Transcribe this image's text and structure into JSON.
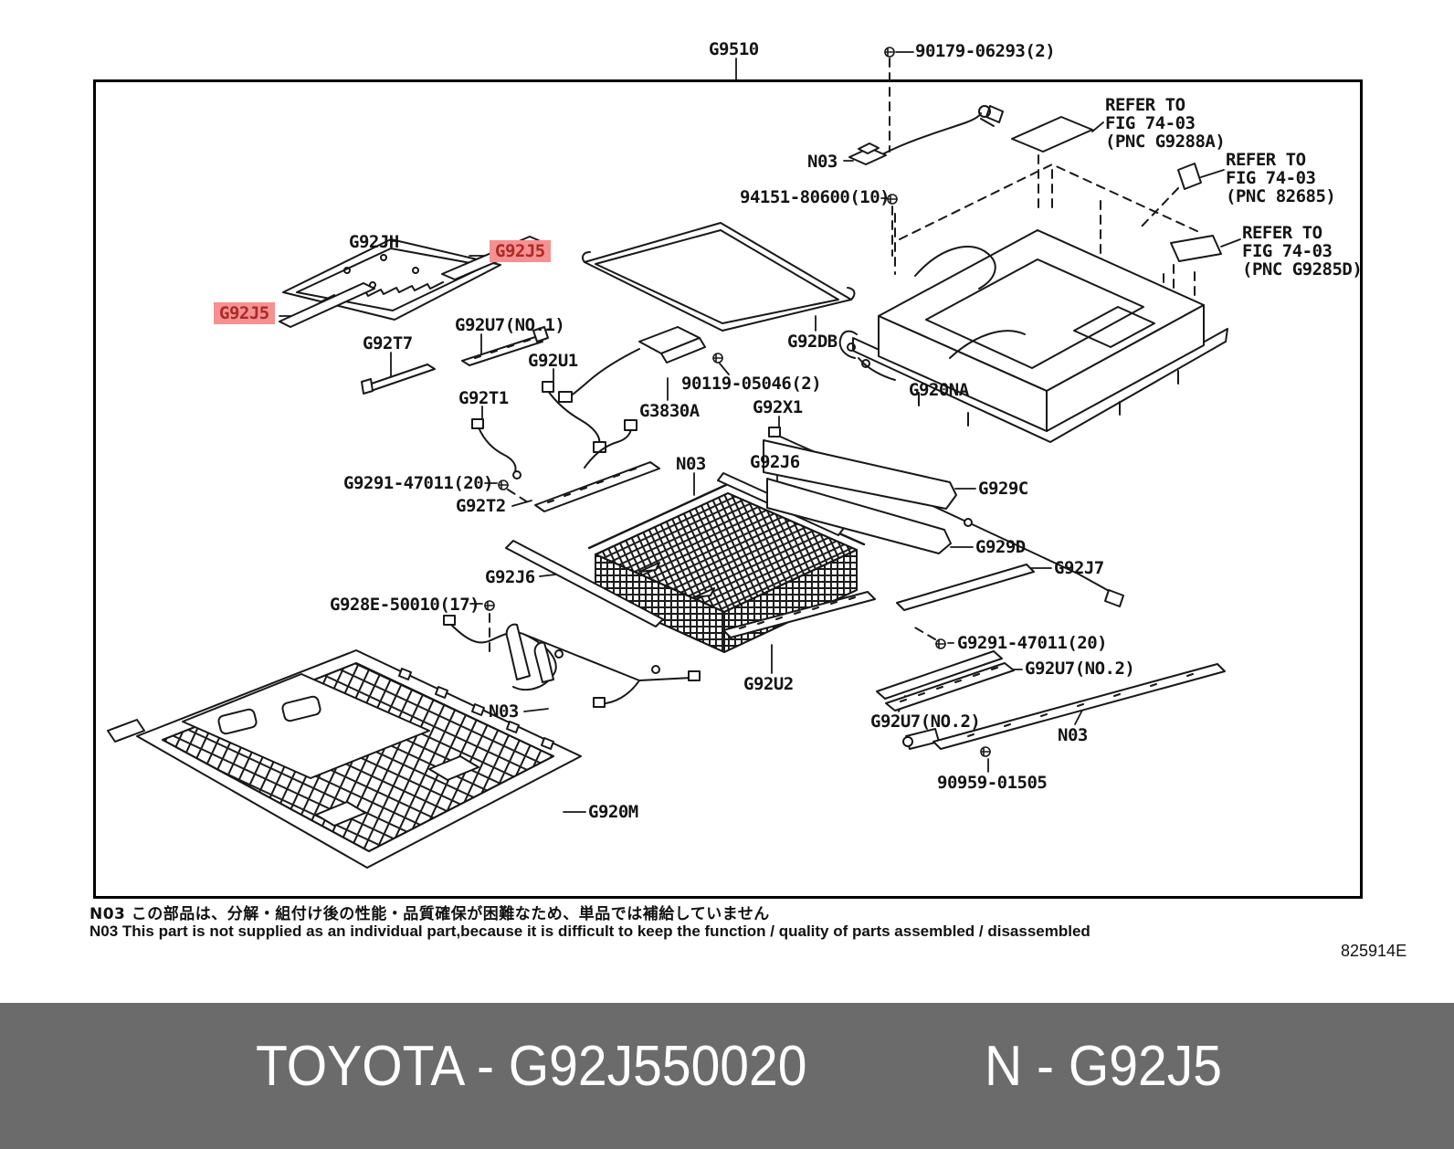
{
  "colors": {
    "highlight_bg": "#f79091",
    "highlight_text": "#a92b27",
    "line": "#181818",
    "footer_bg": "#6b6b6b",
    "footer_text": "#ffffff"
  },
  "labels": [
    {
      "text": "G9510"
    },
    {
      "text": "90179-06293(2)"
    },
    {
      "text": "N03"
    },
    {
      "text": "94151-80600(10)"
    },
    {
      "text": "REFER TO\nFIG 74-03\n(PNC G9288A)"
    },
    {
      "text": "REFER TO\nFIG 74-03\n(PNC 82685)"
    },
    {
      "text": "REFER TO\nFIG 74-03\n(PNC G9285D)"
    },
    {
      "text": "G92JH"
    },
    {
      "text": "G92J5"
    },
    {
      "text": "G92J5"
    },
    {
      "text": "G92T7"
    },
    {
      "text": "G92U7(NO.1)"
    },
    {
      "text": "G92U1"
    },
    {
      "text": "G92T1"
    },
    {
      "text": "G3830A"
    },
    {
      "text": "90119-05046(2)"
    },
    {
      "text": "G92DB"
    },
    {
      "text": "G920NA"
    },
    {
      "text": "G92X1"
    },
    {
      "text": "N03"
    },
    {
      "text": "G92J6"
    },
    {
      "text": "G929C"
    },
    {
      "text": "G929D"
    },
    {
      "text": "G92J7"
    },
    {
      "text": "G9291-47011(20)"
    },
    {
      "text": "G92U7(NO.2)"
    },
    {
      "text": "G92U2"
    },
    {
      "text": "G92U7(NO.2)"
    },
    {
      "text": "N03"
    },
    {
      "text": "90959-01505"
    },
    {
      "text": "N03"
    },
    {
      "text": "G920M"
    },
    {
      "text": "G92T2"
    },
    {
      "text": "G9291-47011(20)"
    },
    {
      "text": "G92J6"
    },
    {
      "text": "G928E-50010(17)"
    }
  ],
  "note": {
    "line_jp": "N03 この部品は、分解・組付け後の性能・品質確保が困難なため、単品では補給していません",
    "line_en": "N03 This part is not supplied as an individual part,because it is difficult to keep the function / quality of parts assembled / disassembled"
  },
  "doc_number": "825914E",
  "footer": {
    "left": "TOYOTA - G92J550020",
    "right": "N - G92J5"
  }
}
